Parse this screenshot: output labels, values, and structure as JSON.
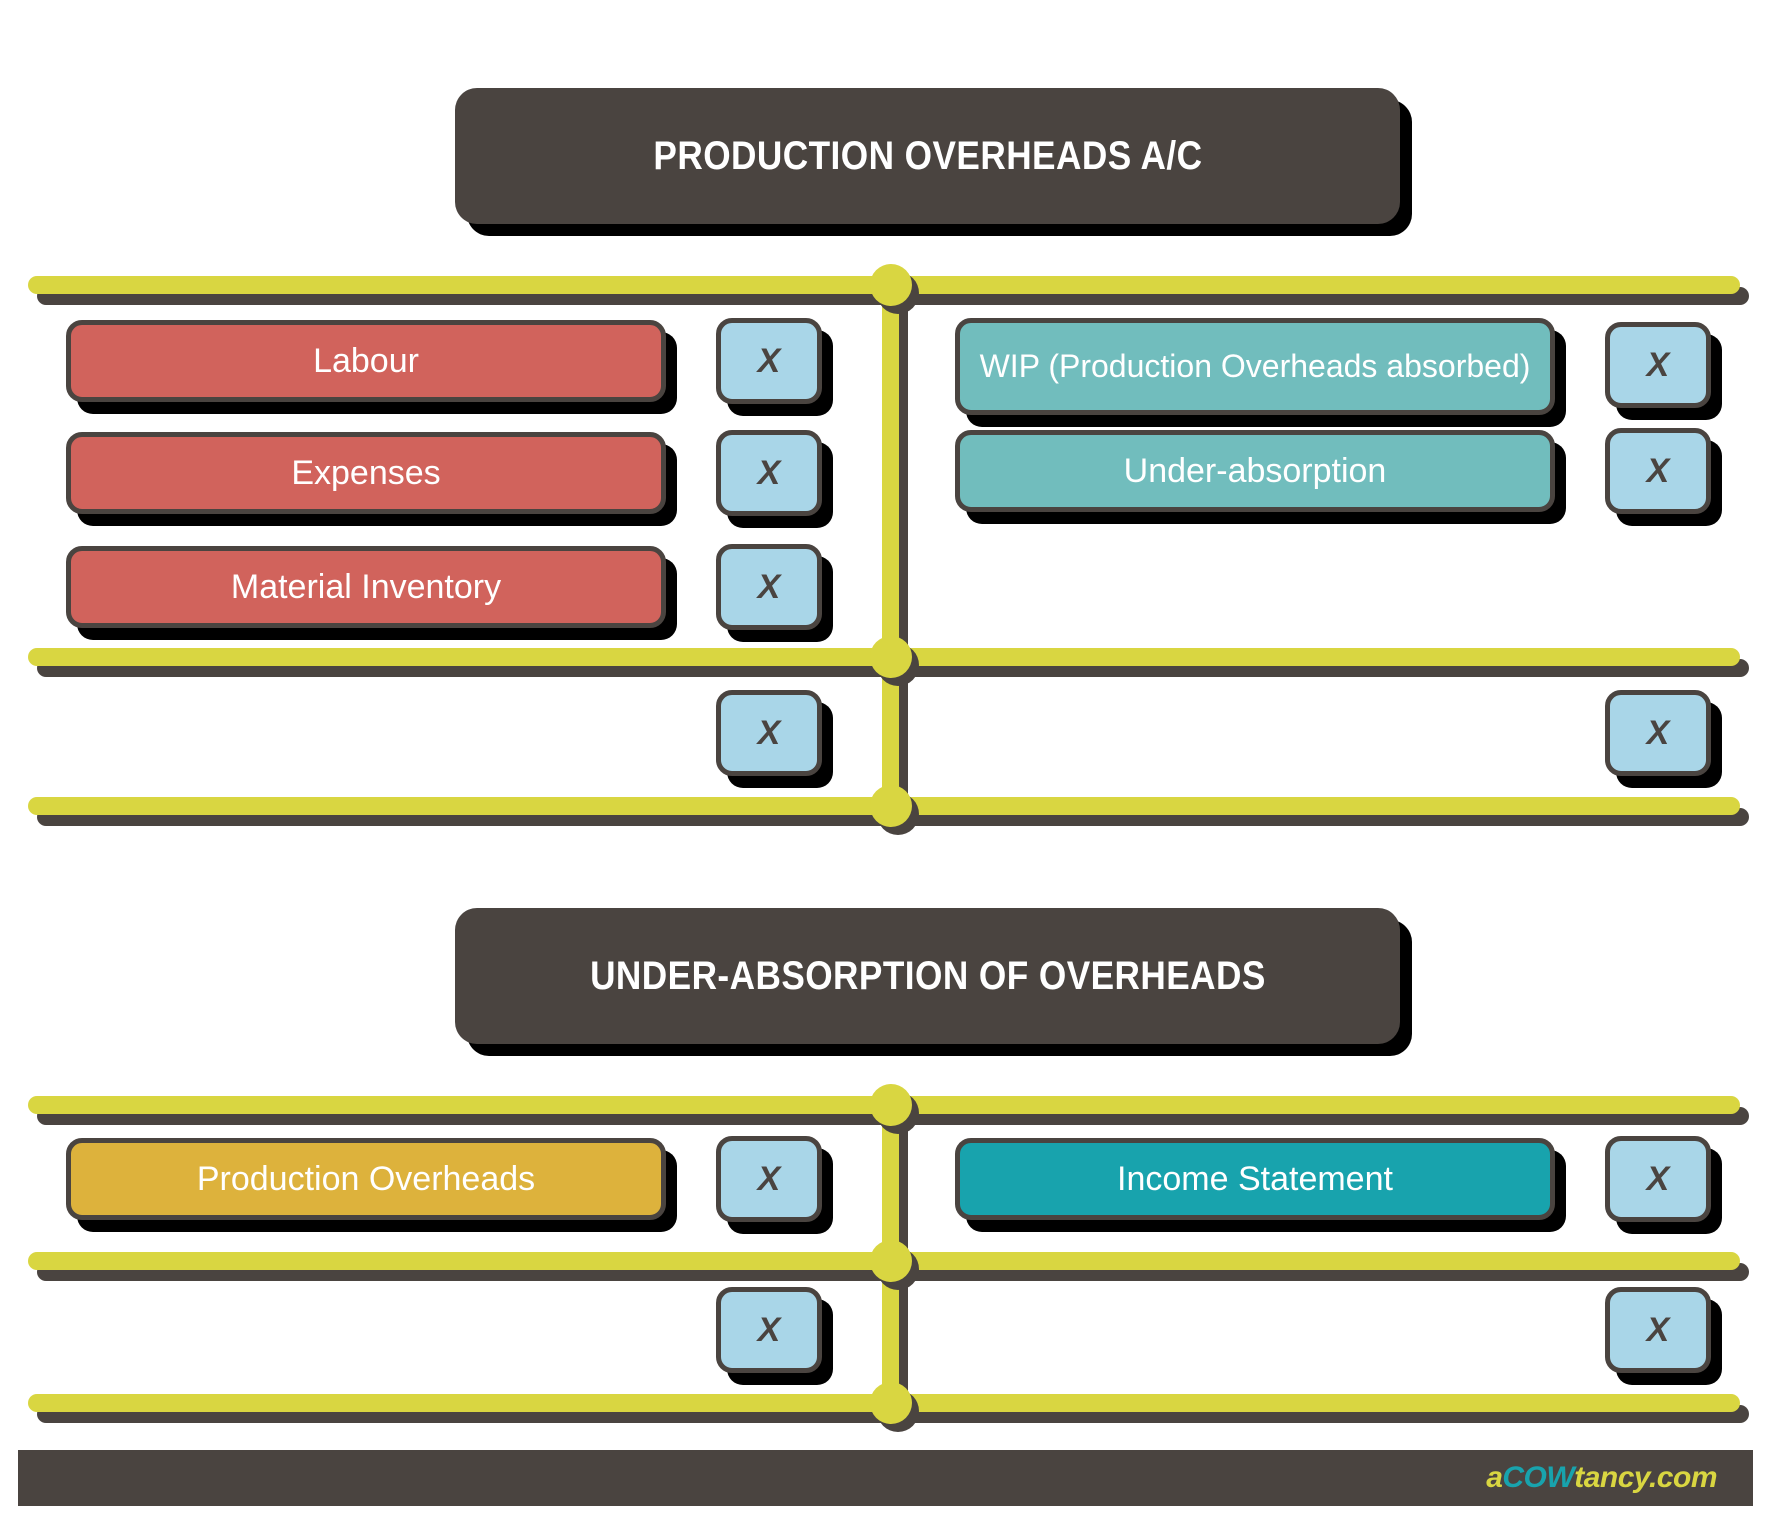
{
  "document": {
    "type": "accounting-t-account-diagram",
    "background_color": "#ffffff"
  },
  "palette": {
    "dark_brown": "#4a4440",
    "yellow": "#d9d641",
    "red": "#d1635c",
    "teal_light": "#71bdbd",
    "teal_dark": "#18a3ad",
    "gold": "#ddb23c",
    "blue_light": "#a9d6e8",
    "white": "#ffffff",
    "shadow_black": "#000000"
  },
  "sections": [
    {
      "id": "production-overheads-ac",
      "title": "PRODUCTION OVERHEADS A/C",
      "debit_side": {
        "entries": [
          {
            "label": "Labour",
            "amount": "X",
            "color": "#d1635c"
          },
          {
            "label": "Expenses",
            "amount": "X",
            "color": "#d1635c"
          },
          {
            "label": "Material Inventory",
            "amount": "X",
            "color": "#d1635c"
          }
        ],
        "total": "X"
      },
      "credit_side": {
        "entries": [
          {
            "label": "WIP (Production Overheads absorbed)",
            "amount": "X",
            "color": "#71bdbd"
          },
          {
            "label": "Under-absorption",
            "amount": "X",
            "color": "#71bdbd"
          }
        ],
        "total": "X"
      }
    },
    {
      "id": "under-absorption-of-overheads",
      "title": "UNDER-ABSORPTION OF OVERHEADS",
      "debit_side": {
        "entries": [
          {
            "label": "Production Overheads",
            "amount": "X",
            "color": "#ddb23c"
          }
        ],
        "total": "X"
      },
      "credit_side": {
        "entries": [
          {
            "label": "Income Statement",
            "amount": "X",
            "color": "#18a3ad"
          }
        ],
        "total": "X"
      }
    }
  ],
  "footer": {
    "logo": {
      "part_a": "a",
      "part_cow": "COW",
      "part_tancy": "tancy.com"
    }
  }
}
